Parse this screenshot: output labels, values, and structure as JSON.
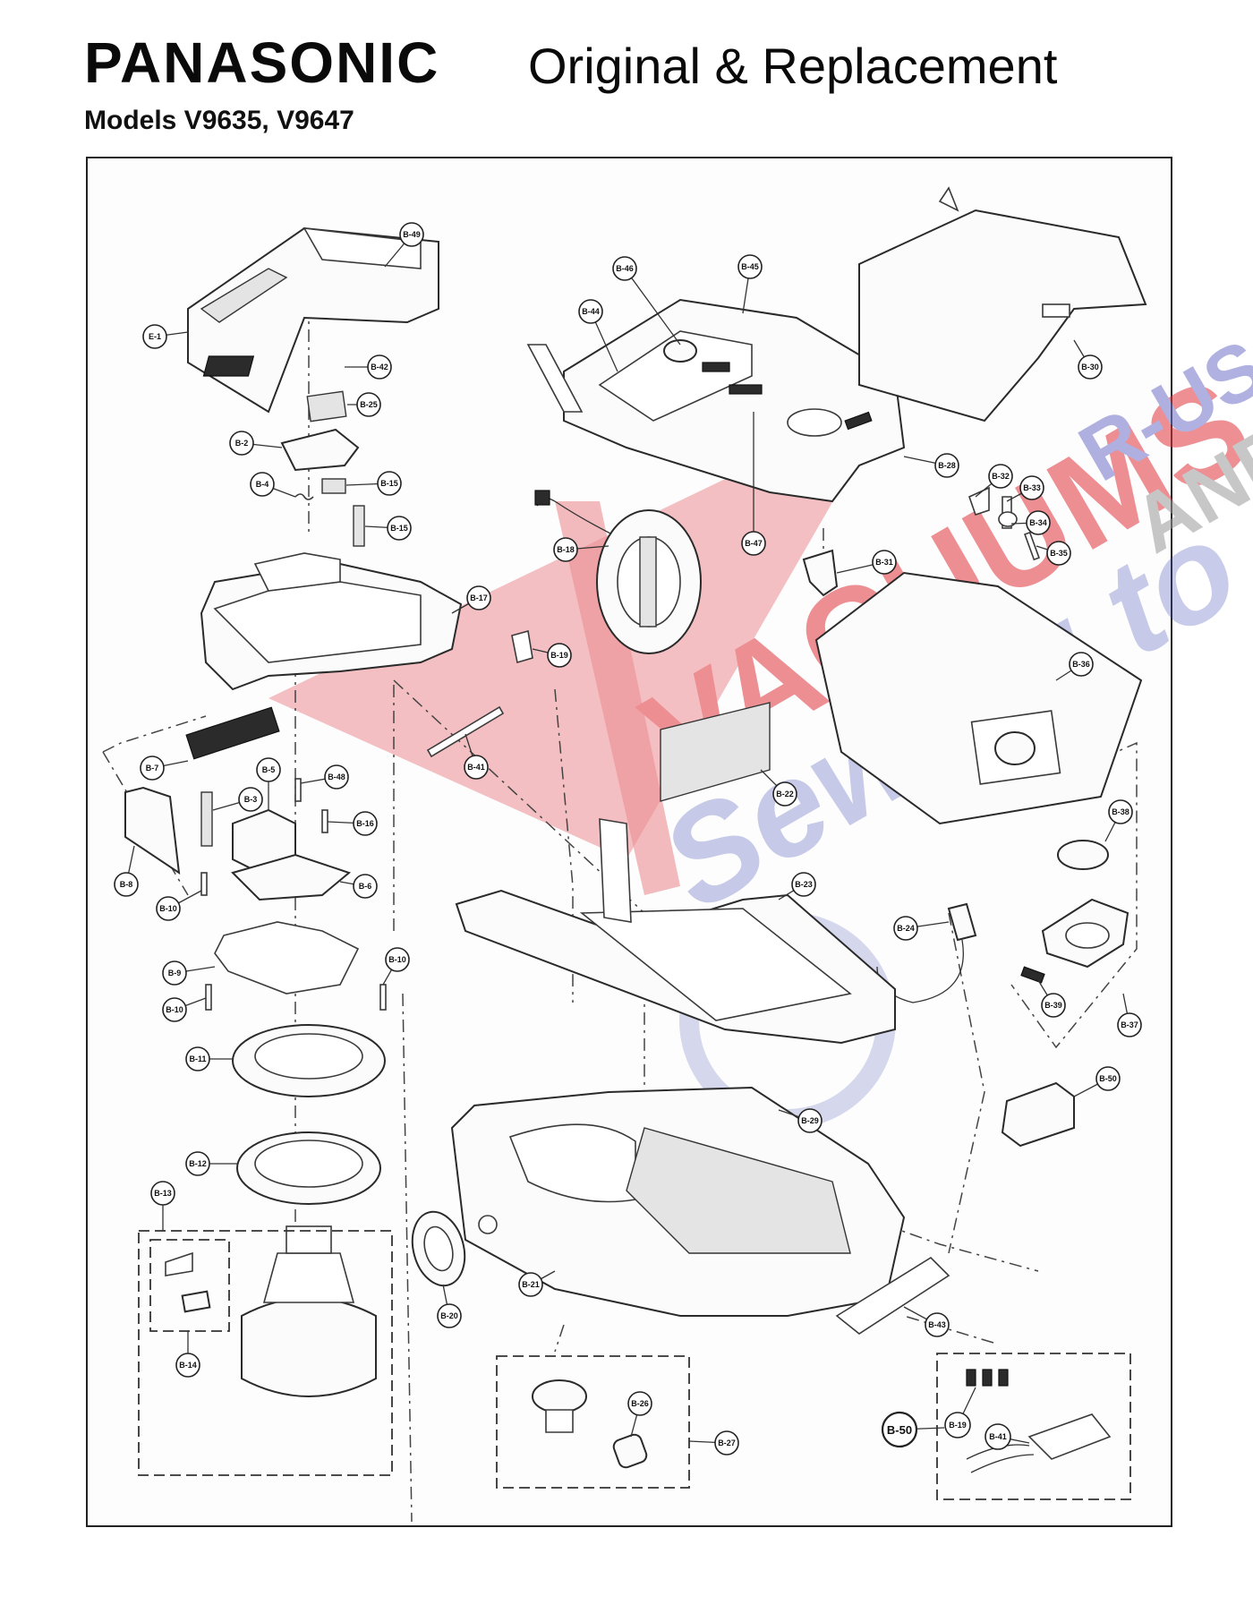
{
  "header": {
    "brand": "PANASONIC",
    "subtitle": "Original & Replacement",
    "models": "Models V9635, V9647"
  },
  "watermark": {
    "text_main": "VACUUMS",
    "text_top": "R-US",
    "text_and": "AND",
    "text_script": "Sewing to",
    "color_red": "#e0343c",
    "color_blue": "#4a55b8",
    "color_gray": "#9a9a9a"
  },
  "callouts": {
    "c_e1": "E-1",
    "c_b49": "B-49",
    "c_b42": "B-42",
    "c_b25": "B-25",
    "c_b2": "B-2",
    "c_b4": "B-4",
    "c_b15a": "B-15",
    "c_b15b": "B-15",
    "c_b17": "B-17",
    "c_b7": "B-7",
    "c_b5": "B-5",
    "c_b48": "B-48",
    "c_b3": "B-3",
    "c_b16": "B-16",
    "c_b8": "B-8",
    "c_b6": "B-6",
    "c_b10a": "B-10",
    "c_b10b": "B-10",
    "c_b10c": "B-10",
    "c_b9": "B-9",
    "c_b11": "B-11",
    "c_b12": "B-12",
    "c_b13": "B-13",
    "c_b14": "B-14",
    "c_b46": "B-46",
    "c_b45": "B-45",
    "c_b44": "B-44",
    "c_b47": "B-47",
    "c_b28": "B-28",
    "c_b18": "B-18",
    "c_b19": "B-19",
    "c_b41": "B-41",
    "c_b22": "B-22",
    "c_b23": "B-23",
    "c_b30": "B-30",
    "c_b32": "B-32",
    "c_b33": "B-33",
    "c_b34": "B-34",
    "c_b35": "B-35",
    "c_b31": "B-31",
    "c_b36": "B-36",
    "c_b38": "B-38",
    "c_b24": "B-24",
    "c_b39": "B-39",
    "c_b37": "B-37",
    "c_b50": "B-50",
    "c_b29": "B-29",
    "c_b20": "B-20",
    "c_b21": "B-21",
    "c_b43": "B-43",
    "c_b26": "B-26",
    "c_b27": "B-27",
    "c_b50_kit": "B-50",
    "c_b19_kit": "B-19",
    "c_b41_kit": "B-41"
  }
}
